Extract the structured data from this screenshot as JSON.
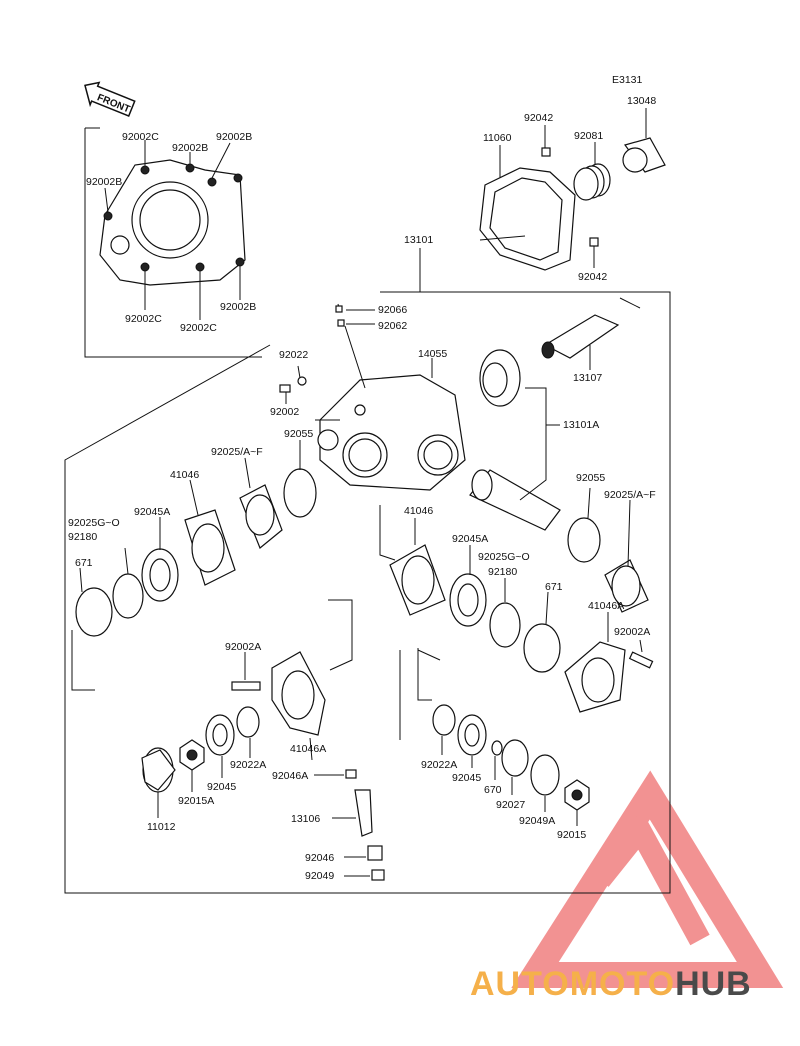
{
  "diagram": {
    "code": "E3131",
    "front_label": "FRONT",
    "labels": {
      "l_92002C_a": "92002C",
      "l_92002B_a": "92002B",
      "l_92002B_b": "92002B",
      "l_92002B_c": "92002B",
      "l_92002C_b": "92002C",
      "l_92002C_c": "92002C",
      "l_92002B_d": "92002B",
      "l_92042_a": "92042",
      "l_13048": "13048",
      "l_11060": "11060",
      "l_92081": "92081",
      "l_92042_b": "92042",
      "l_13101": "13101",
      "l_92066": "92066",
      "l_92062": "92062",
      "l_92022": "92022",
      "l_14055": "14055",
      "l_13107": "13107",
      "l_92002": "92002",
      "l_92055_a": "92055",
      "l_13101A": "13101A",
      "l_92025AF_a": "92025/A~F",
      "l_41046_a": "41046",
      "l_92055_b": "92055",
      "l_92025AF_b": "92025/A~F",
      "l_92025GO_a": "92025G~O",
      "l_92045A_a": "92045A",
      "l_41046_b": "41046",
      "l_92180_a": "92180",
      "l_671_a": "671",
      "l_92045A_b": "92045A",
      "l_92025GO_b": "92025G~O",
      "l_92180_b": "92180",
      "l_671_b": "671",
      "l_41046A_a": "41046A",
      "l_92002A_a": "92002A",
      "l_92002A_b": "92002A",
      "l_41046A_b": "41046A",
      "l_92022A_a": "92022A",
      "l_92022A_b": "92022A",
      "l_92045_a": "92045",
      "l_92015A": "92015A",
      "l_92046A": "92046A",
      "l_92045_b": "92045",
      "l_670": "670",
      "l_92027": "92027",
      "l_92049A": "92049A",
      "l_92015": "92015",
      "l_11012": "11012",
      "l_13106": "13106",
      "l_92046": "92046",
      "l_92049": "92049"
    }
  },
  "watermark": {
    "brand_part1": "AUTOMOTO",
    "brand_part2": "HUB",
    "color_primary": "#f07f7f",
    "color_secondary": "#f5b04a",
    "color_dark": "#4a4a4a"
  }
}
